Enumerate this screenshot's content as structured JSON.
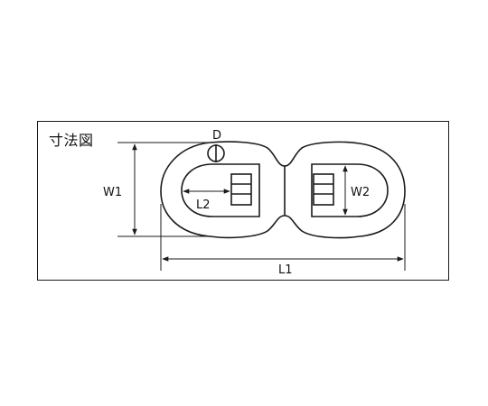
{
  "diagram": {
    "title": "寸法図",
    "labels": {
      "D": "D",
      "W1": "W1",
      "L2": "L2",
      "W2": "W2",
      "L1": "L1"
    },
    "colors": {
      "line": "#1a1a1a",
      "background": "#ffffff"
    }
  }
}
